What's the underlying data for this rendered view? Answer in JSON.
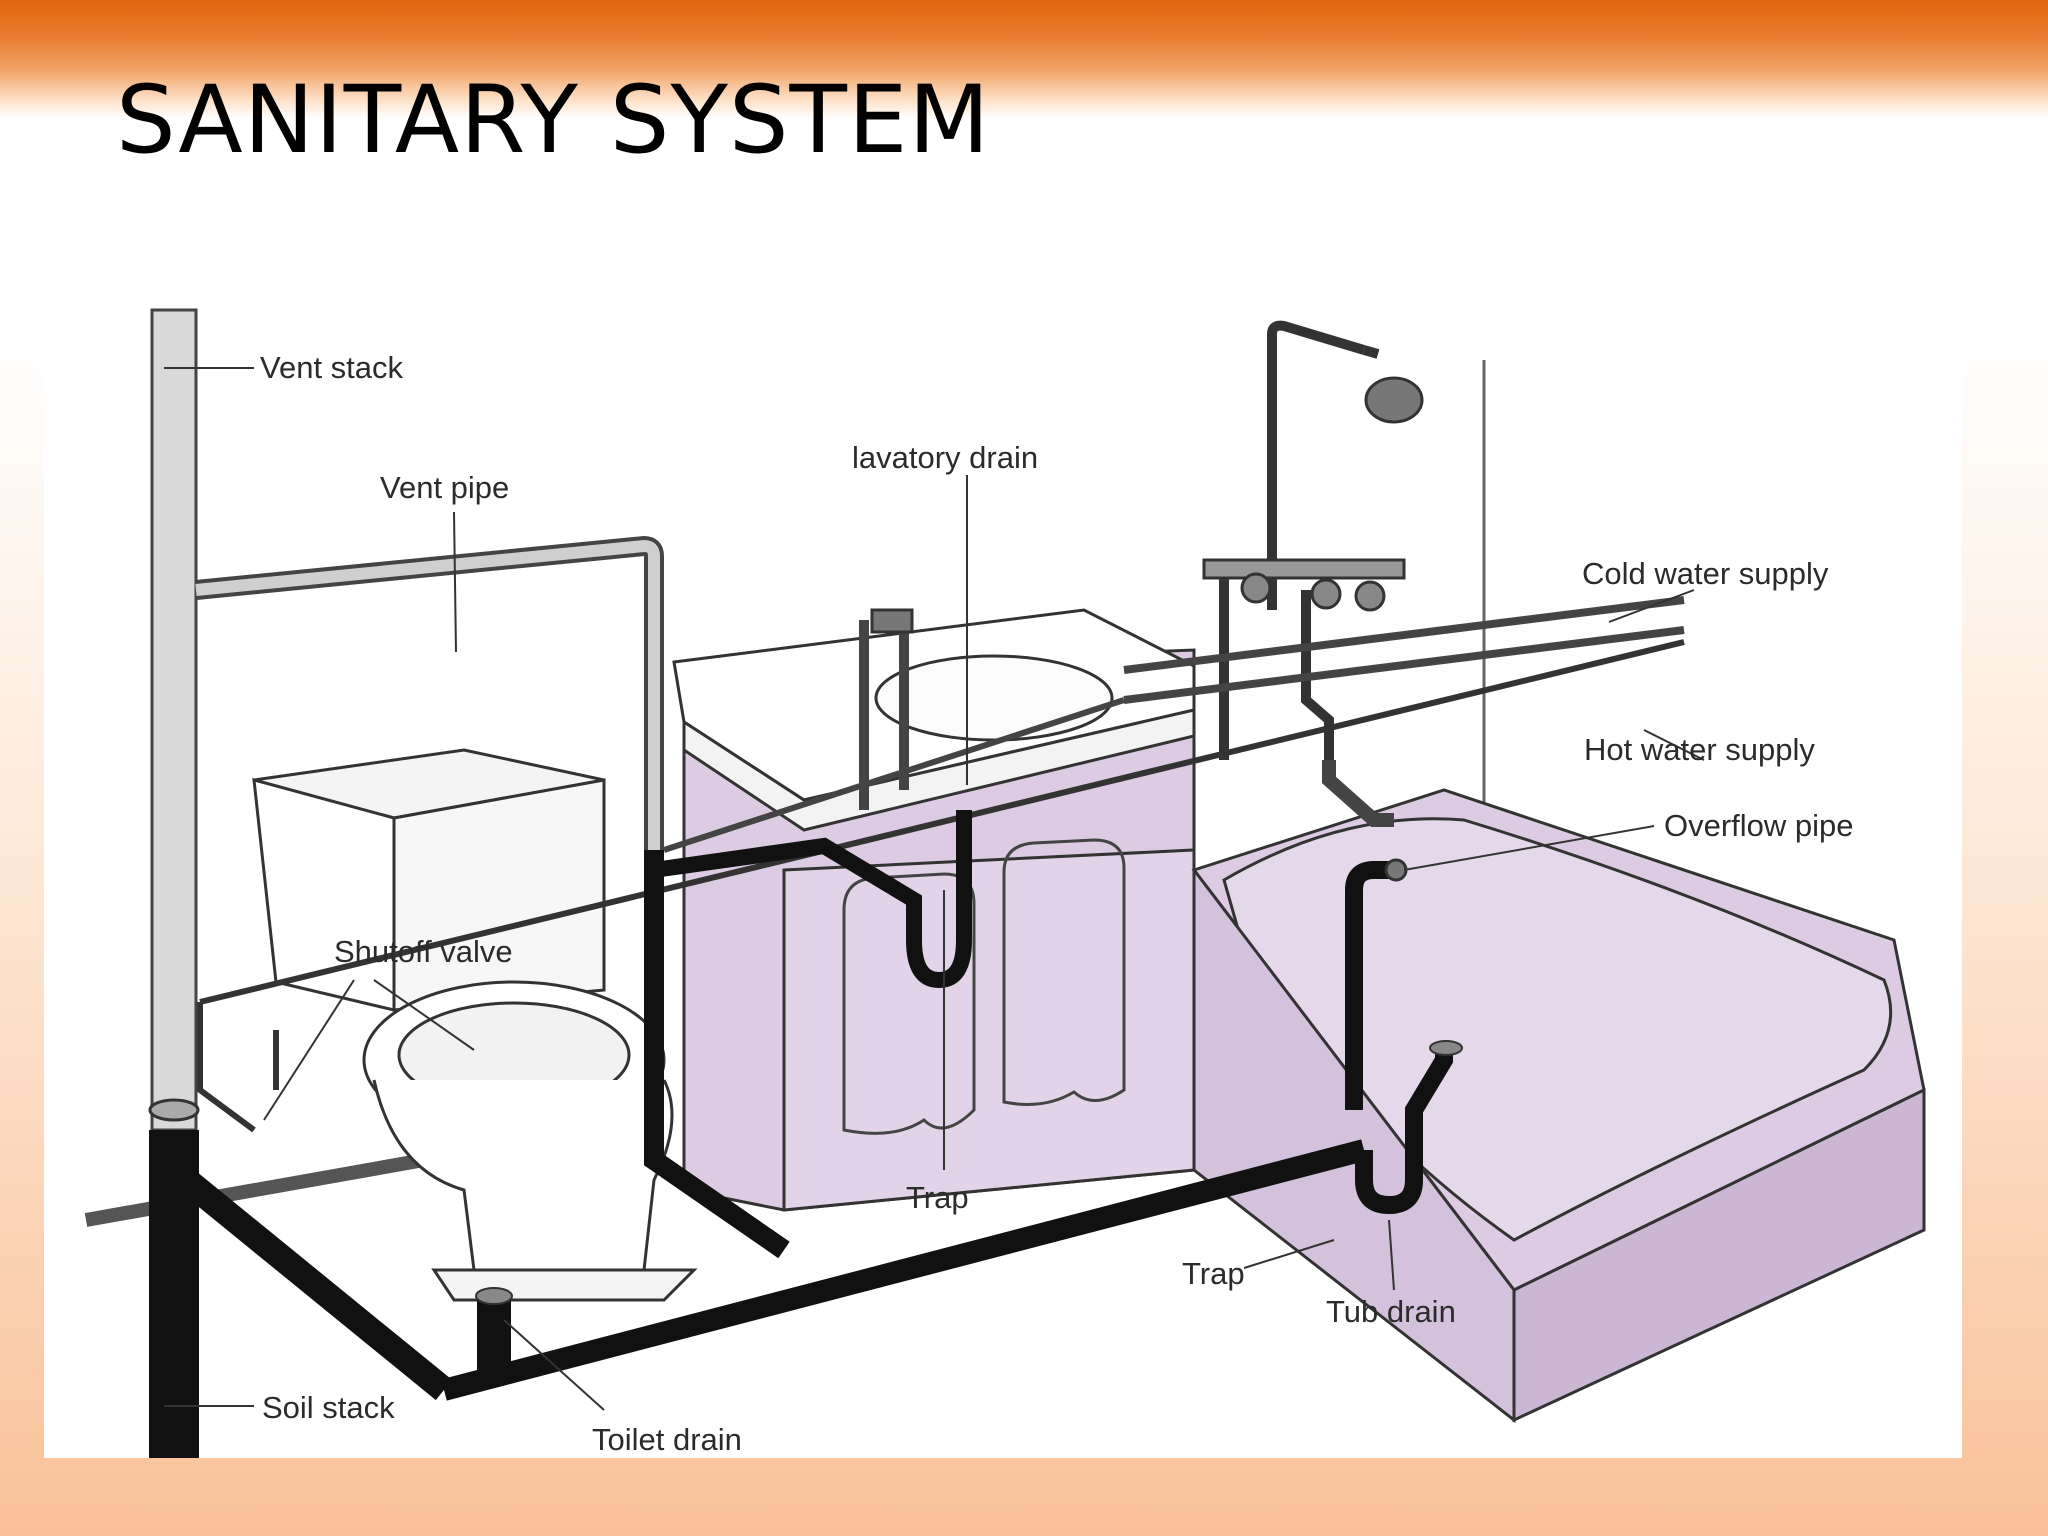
{
  "slide": {
    "title": "SANITARY SYSTEM"
  },
  "colors": {
    "accent": "#e2660f",
    "pipe": "#111111",
    "fixture_fill": "#dccbe2",
    "line": "#333333"
  },
  "labels": {
    "vent_stack": "Vent stack",
    "vent_pipe": "Vent pipe",
    "lavatory_drain": "lavatory drain",
    "cold_water_supply": "Cold water supply",
    "hot_water_supply": "Hot water supply",
    "overflow_pipe": "Overflow pipe",
    "shutoff_valve": "Shutoff valve",
    "trap_lavatory": "Trap",
    "trap_tub": "Trap",
    "tub_drain": "Tub drain",
    "soil_stack": "Soil stack",
    "toilet_drain": "Toilet drain"
  }
}
